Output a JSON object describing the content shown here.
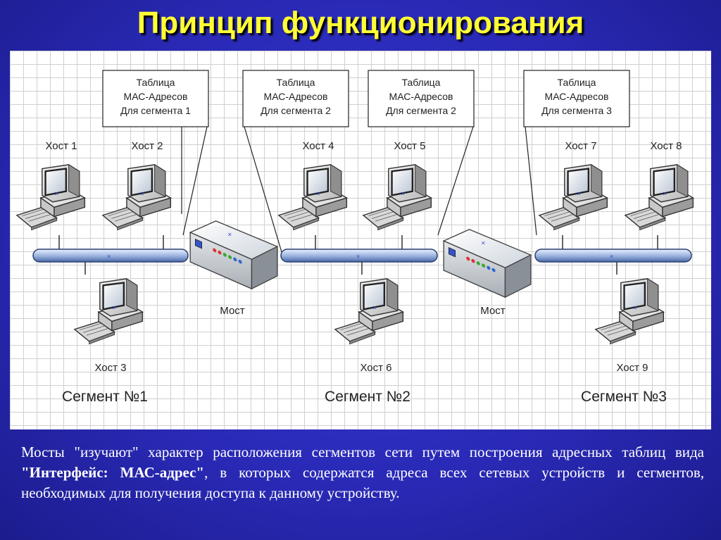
{
  "title": "Принцип функционирования",
  "tables": [
    {
      "line1": "Таблица",
      "line2": "МАС-Адресов",
      "line3": "Для сегмента 1"
    },
    {
      "line1": "Таблица",
      "line2": "МАС-Адресов",
      "line3": "Для сегмента 2"
    },
    {
      "line1": "Таблица",
      "line2": "МАС-Адресов",
      "line3": "Для сегмента 2"
    },
    {
      "line1": "Таблица",
      "line2": "МАС-Адресов",
      "line3": "Для сегмента 3"
    }
  ],
  "hosts": [
    "Хост 1",
    "Хост 2",
    "Хост 3",
    "Хост 4",
    "Хост 5",
    "Хост 6",
    "Хост 7",
    "Хост 8",
    "Хост 9"
  ],
  "bridges": [
    "Мост",
    "Мост"
  ],
  "segments": [
    "Сегмент №1",
    "Сегмент №2",
    "Сегмент №3"
  ],
  "caption": {
    "part1": "Мосты \"изучают\" характер расположения сегментов сети путем построения адресных таблиц вида ",
    "bold": "\"Интерфейс: МАС-адрес\"",
    "part2": ", в которых содержатся адреса всех сетевых устройств и сегментов, необходимых для получения доступа к данному устройству."
  }
}
